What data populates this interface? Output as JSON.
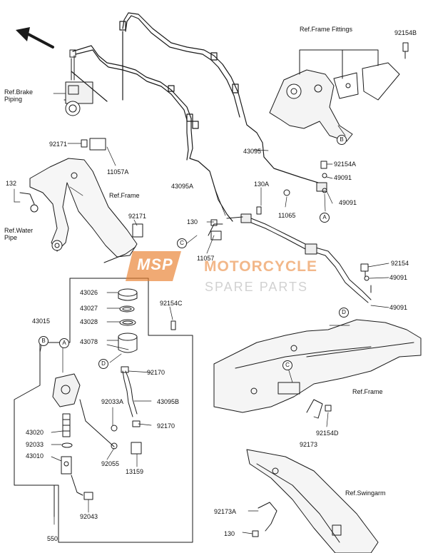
{
  "colors": {
    "line": "#1a1a1a",
    "watermark_orange": "#e87d2a",
    "watermark_gray": "#9a9a9a"
  },
  "watermark": {
    "logo": "MSP",
    "line1": "MOTORCYCLE",
    "line2": "SPARE PARTS"
  },
  "references": {
    "brake_piping": "Ref.Brake\nPiping",
    "frame_fittings": "Ref.Frame Fittings",
    "frame_upper": "Ref.Frame",
    "water_pipe": "Ref.Water\nPipe",
    "frame_lower": "Ref.Frame",
    "swingarm": "Ref.Swingarm"
  },
  "parts": {
    "p92154B": "92154B",
    "p92171_top": "92171",
    "p11057A": "11057A",
    "p132": "132",
    "p92171_mid": "92171",
    "p43095": "43095",
    "p92154A": "92154A",
    "p49091_a": "49091",
    "p49091_b": "49091",
    "p43095A": "43095A",
    "p130A": "130A",
    "p11065": "11065",
    "p130_mid": "130",
    "p11057": "11057",
    "p92154": "92154",
    "p49091_c": "49091",
    "p49091_d": "49091",
    "p43026": "43026",
    "p43027": "43027",
    "p43028": "43028",
    "p43015": "43015",
    "p92154C": "92154C",
    "p43078": "43078",
    "p92170_a": "92170",
    "p92033A": "92033A",
    "p43095B": "43095B",
    "p92170_b": "92170",
    "p43020": "43020",
    "p92033": "92033",
    "p43010": "43010",
    "p92055": "92055",
    "p13159": "13159",
    "p92043": "92043",
    "p550": "550",
    "p92154D": "92154D",
    "p92173": "92173",
    "p92173A": "92173A",
    "p130_bot": "130"
  },
  "callouts": {
    "A": "A",
    "B": "B",
    "C": "C",
    "D": "D"
  },
  "icons": {
    "direction_arrow": "front-direction-arrow-icon"
  }
}
